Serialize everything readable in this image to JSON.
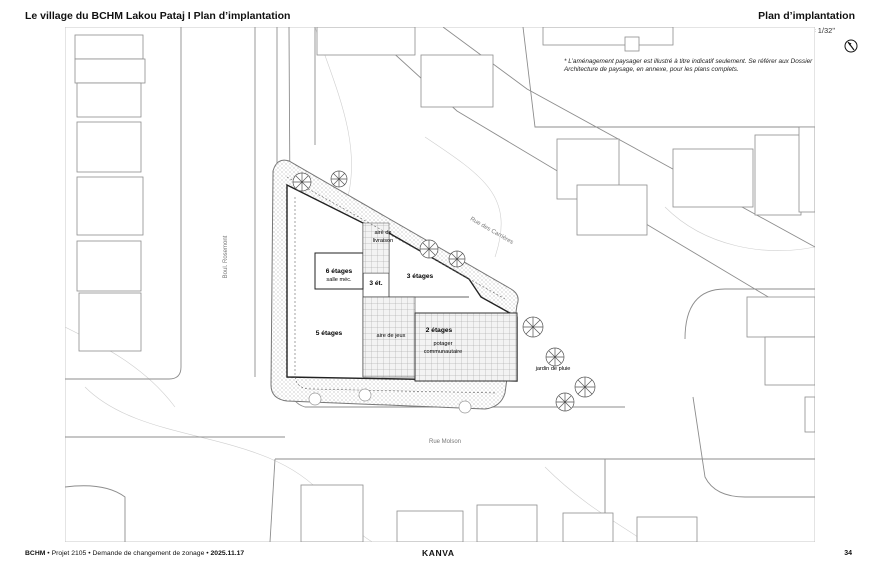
{
  "header": {
    "title": "Le village du BCHM Lakou Pataj  I  Plan d’implantation",
    "section": "Plan d’implantation",
    "scale": "échelle : 1ʺ = 1/32ʺ"
  },
  "note": "* L’aménagement paysager est illustré à titre indicatif seulement. Se référer aux Dossier Architecture de paysage, en annexe, pour les plans complets.",
  "icons": {
    "compass": "north-arrow-icon"
  },
  "streets": {
    "west": "Boul. Rosemont",
    "diagonal": "Rue des Carrières",
    "south": "Rue Molson"
  },
  "plan": {
    "block_6": "6 étages",
    "block_6_sub": "salle méc.",
    "block_3_small": "3 ét.",
    "block_3": "3 étages",
    "delivery_line1": "aire de",
    "delivery_line2": "livraison",
    "block_5": "5 étages",
    "playground": "aire de jeux",
    "block_2": "2 étages",
    "garden_line1": "potager",
    "garden_line2": "communautaire",
    "rain_garden": "jardin de pluie"
  },
  "footer": {
    "org": "BCHM",
    "project": "Projet 2105",
    "request": "Demande de changement de zonage",
    "date": "2025.11.17",
    "logo": "KANVA",
    "page": "34"
  }
}
